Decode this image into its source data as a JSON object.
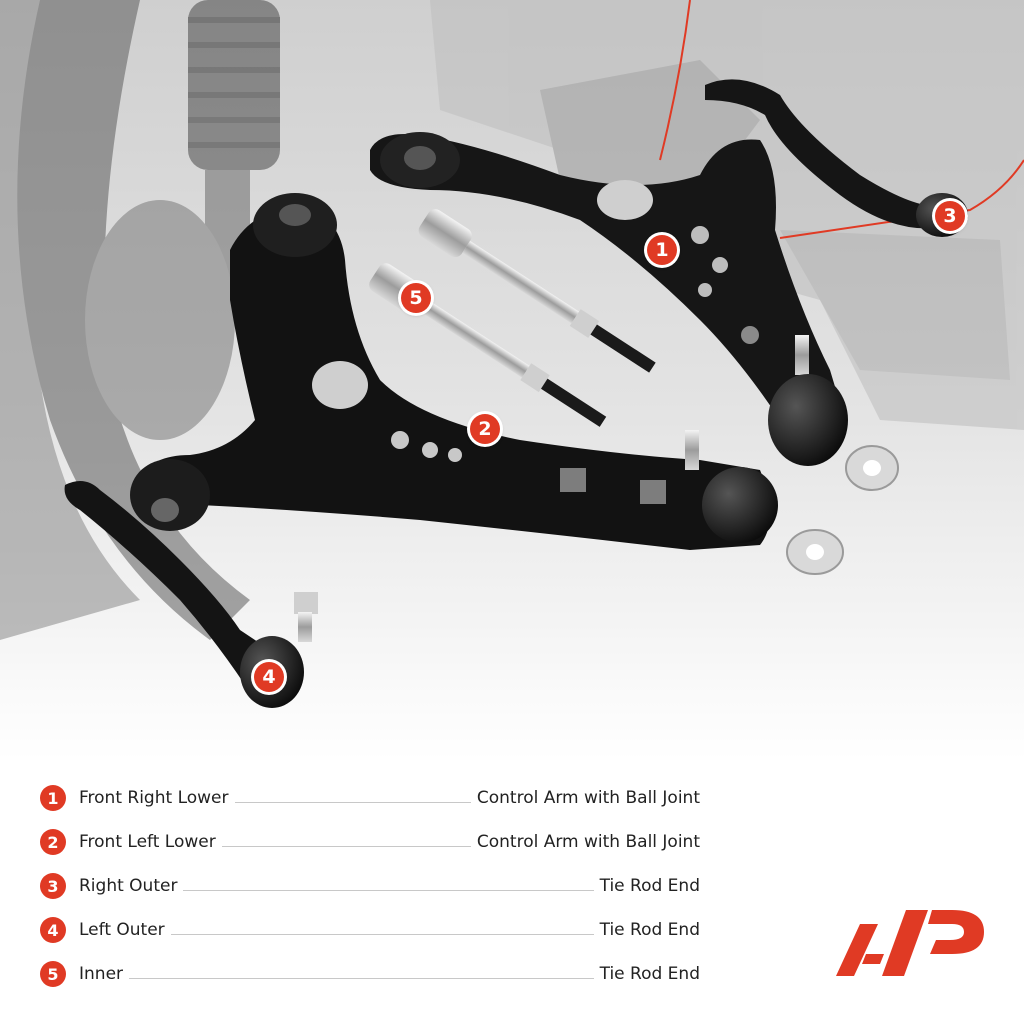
{
  "colors": {
    "accent": "#e03a24",
    "part_black": "#141414",
    "background_gray": "#d8d8d8"
  },
  "callouts": [
    {
      "number": "1"
    },
    {
      "number": "2"
    },
    {
      "number": "3"
    },
    {
      "number": "4"
    },
    {
      "number": "5"
    }
  ],
  "legend": [
    {
      "number": "1",
      "left": "Front Right Lower",
      "right": "Control Arm with Ball Joint"
    },
    {
      "number": "2",
      "left": "Front Left Lower",
      "right": "Control Arm with Ball Joint"
    },
    {
      "number": "3",
      "left": "Right Outer",
      "right": "Tie Rod End"
    },
    {
      "number": "4",
      "left": "Left Outer",
      "right": "Tie Rod End"
    },
    {
      "number": "5",
      "left": "Inner",
      "right": "Tie Rod End"
    }
  ],
  "logo": {
    "icon": "ap-brand-logo"
  }
}
